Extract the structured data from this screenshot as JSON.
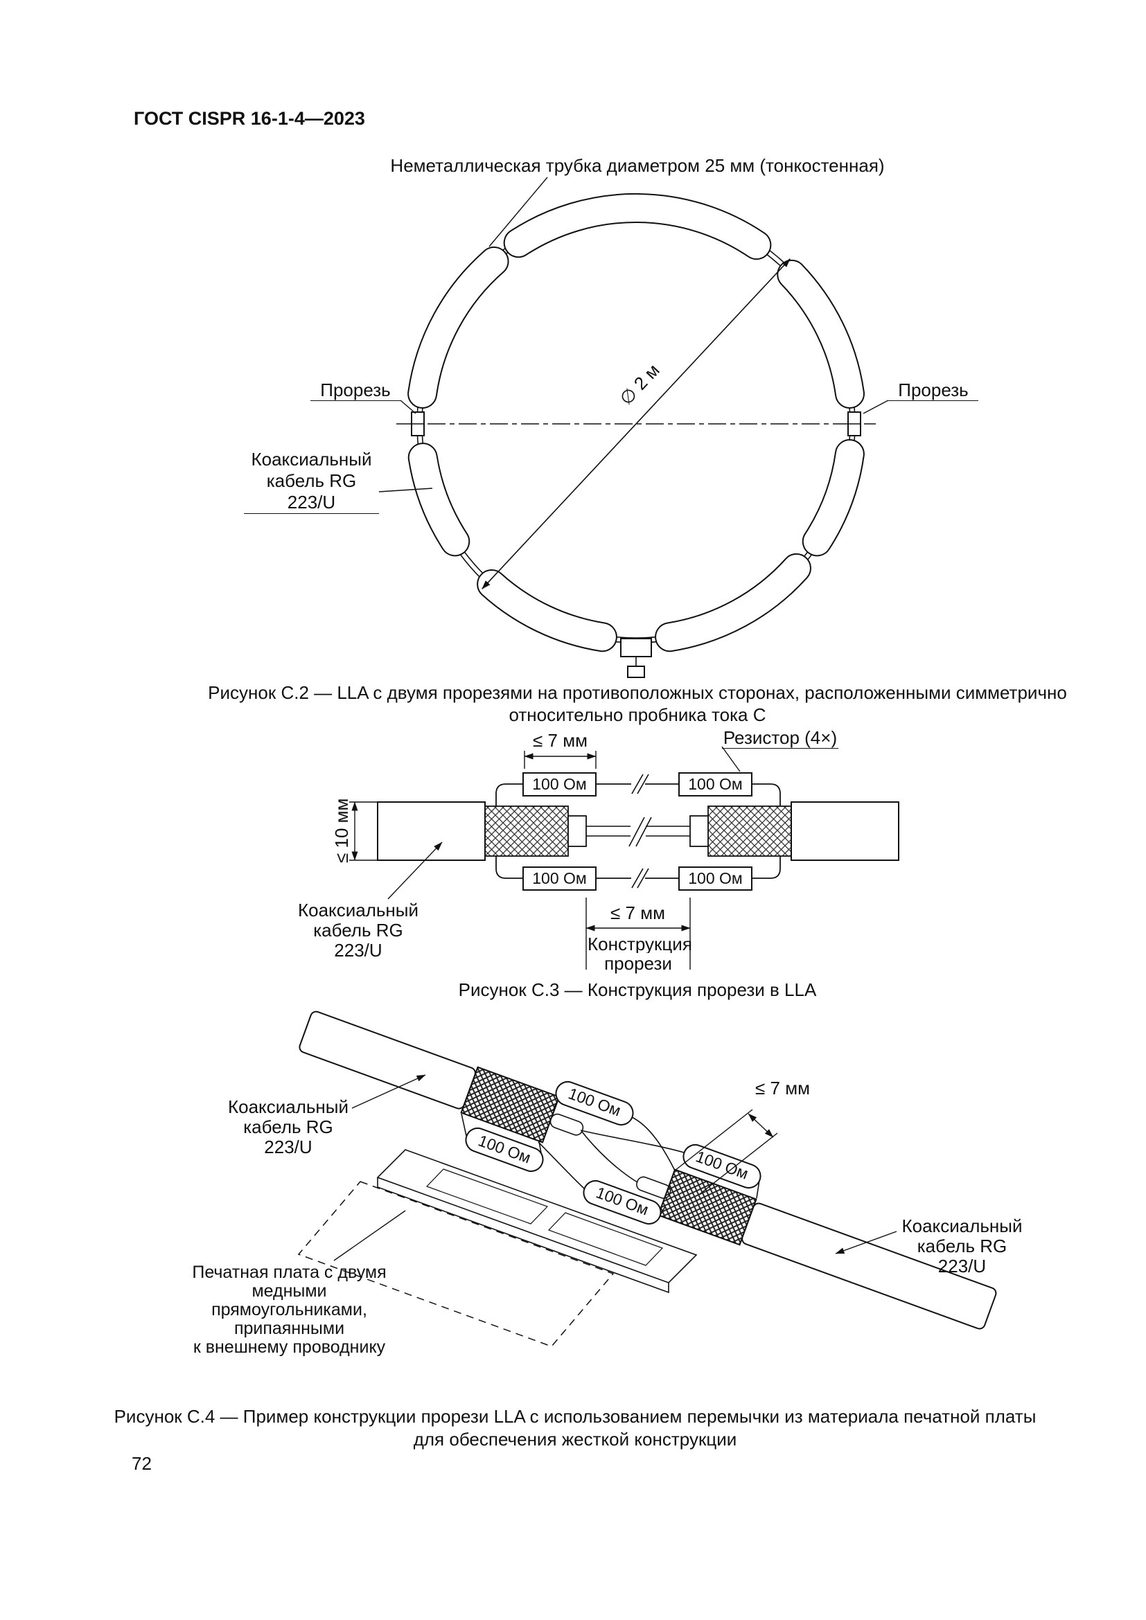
{
  "page": {
    "header": "ГОСТ CISPR 16-1-4—2023",
    "page_number": "72"
  },
  "fig_c2": {
    "tube_label": "Неметаллическая трубка диаметром 25 мм (тонкостенная)",
    "slot_left_label": "Прорезь",
    "slot_right_label": "Прорезь",
    "cable_label_line1": "Коаксиальный",
    "cable_label_line2": "кабель RG 223/U",
    "diameter_label": "∅ 2 м",
    "caption_line1": "Рисунок С.2 — LLA с двумя прорезями на противоположных сторонах, расположенными симметрично",
    "caption_line2": "относительно пробника тока С"
  },
  "fig_c3": {
    "dim_top_label": "≤ 7 мм",
    "resistor_callout": "Резистор (4×)",
    "resistors": [
      "100 Ом",
      "100 Ом",
      "100 Ом",
      "100 Ом"
    ],
    "dim_height_label": "≤ 10 мм",
    "cable_label_line1": "Коаксиальный",
    "cable_label_line2": "кабель RG 223/U",
    "dim_slot_label": "≤ 7 мм",
    "slot_label_line1": "Конструкция",
    "slot_label_line2": "прорези",
    "caption": "Рисунок С.3 — Конструкция прорези в LLA"
  },
  "fig_c4": {
    "dim_label": "≤ 7 мм",
    "cable_left_line1": "Коаксиальный",
    "cable_left_line2": "кабель RG 223/U",
    "cable_right_line1": "Коаксиальный",
    "cable_right_line2": "кабель RG 223/U",
    "resistors": [
      "100 Ом",
      "100 Ом",
      "100 Ом",
      "100 Ом"
    ],
    "pcb_label_line1": "Печатная плата с двумя медными",
    "pcb_label_line2": "прямоугольниками, припаянными",
    "pcb_label_line3": "к внешнему проводнику",
    "caption_line1": "Рисунок С.4 — Пример конструкции прорези LLA с использованием перемычки из материала печатной платы",
    "caption_line2": "для обеспечения жесткой конструкции"
  }
}
